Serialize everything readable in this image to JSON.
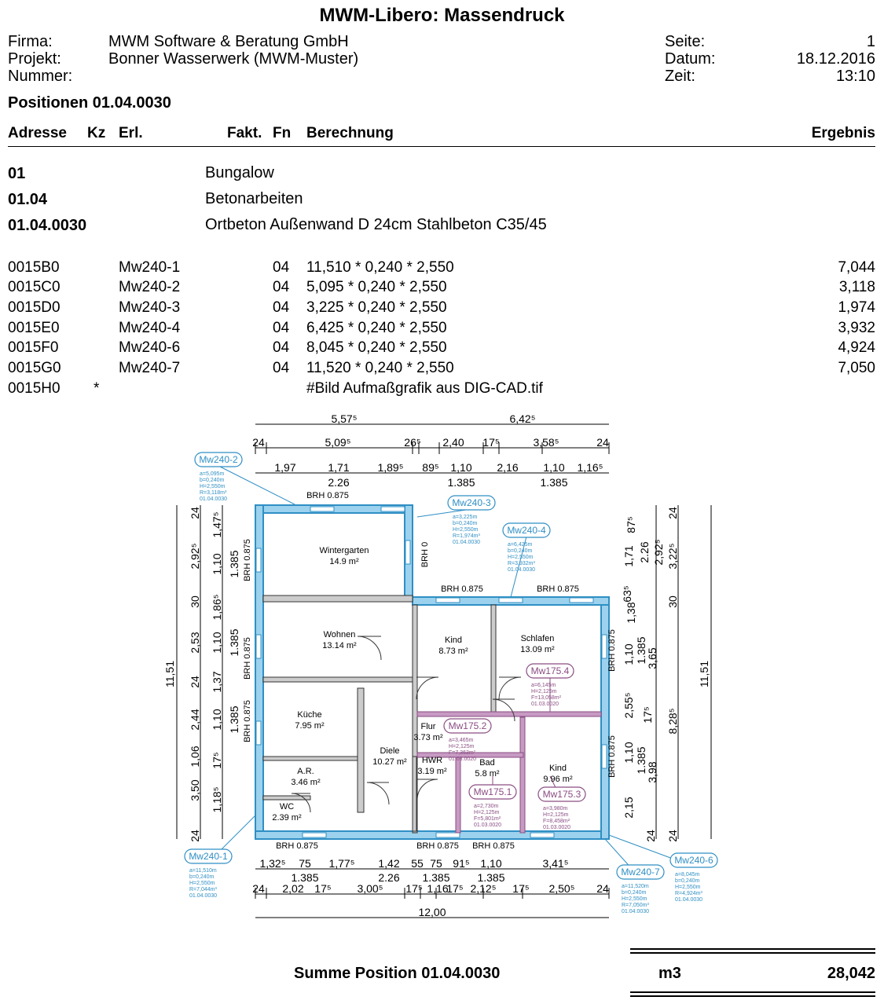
{
  "title": "MWM-Libero: Massendruck",
  "header": {
    "firma_label": "Firma:",
    "firma_value": "MWM Software & Beratung GmbH",
    "projekt_label": "Projekt:",
    "projekt_value": "Bonner Wasserwerk (MWM-Muster)",
    "nummer_label": "Nummer:",
    "seite_label": "Seite:",
    "seite_value": "1",
    "datum_label": "Datum:",
    "datum_value": "18.12.2016",
    "zeit_label": "Zeit:",
    "zeit_value": "13:10"
  },
  "section_title": "Positionen 01.04.0030",
  "columns": {
    "adresse": "Adresse",
    "kz": "Kz",
    "erl": "Erl.",
    "fakt": "Fakt.",
    "fn": "Fn",
    "berechnung": "Berechnung",
    "ergebnis": "Ergebnis"
  },
  "groups": [
    {
      "addr": "01",
      "text": "Bungalow"
    },
    {
      "addr": "01.04",
      "text": "Betonarbeiten"
    },
    {
      "addr": "01.04.0030",
      "text": "Ortbeton Außenwand D 24cm Stahlbeton C35/45"
    }
  ],
  "rows": [
    {
      "addr": "0015B0",
      "kz": "",
      "erl": "Mw240-1",
      "fn": "04",
      "calc": "11,510 * 0,240 * 2,550",
      "result": "7,044"
    },
    {
      "addr": "0015C0",
      "kz": "",
      "erl": "Mw240-2",
      "fn": "04",
      "calc": "5,095 * 0,240 * 2,550",
      "result": "3,118"
    },
    {
      "addr": "0015D0",
      "kz": "",
      "erl": "Mw240-3",
      "fn": "04",
      "calc": "3,225 * 0,240 * 2,550",
      "result": "1,974"
    },
    {
      "addr": "0015E0",
      "kz": "",
      "erl": "Mw240-4",
      "fn": "04",
      "calc": "6,425 * 0,240 * 2,550",
      "result": "3,932"
    },
    {
      "addr": "0015F0",
      "kz": "",
      "erl": "Mw240-6",
      "fn": "04",
      "calc": "8,045 * 0,240 * 2,550",
      "result": "4,924"
    },
    {
      "addr": "0015G0",
      "kz": "",
      "erl": "Mw240-7",
      "fn": "04",
      "calc": "11,520 * 0,240 * 2,550",
      "result": "7,050"
    },
    {
      "addr": "0015H0",
      "kz": "*",
      "erl": "",
      "fn": "",
      "calc": "#Bild Aufmaßgrafik aus DIG-CAD.tif",
      "result": ""
    }
  ],
  "drawing": {
    "rooms": [
      {
        "name": "Wintergarten",
        "area": "14.9 m²"
      },
      {
        "name": "Wohnen",
        "area": "13.14 m²"
      },
      {
        "name": "Küche",
        "area": "7.95 m²"
      },
      {
        "name": "A.R.",
        "area": "3.46 m²"
      },
      {
        "name": "WC",
        "area": "2.39 m²"
      },
      {
        "name": "Diele",
        "area": "10.27 m²"
      },
      {
        "name": "Kind",
        "area": "8.73 m²"
      },
      {
        "name": "Schlafen",
        "area": "13.09 m²"
      },
      {
        "name": "Flur",
        "area": "3.73 m²"
      },
      {
        "name": "HWR",
        "area": "3.19 m²"
      },
      {
        "name": "Bad",
        "area": "5.8 m²"
      },
      {
        "name": "Kind",
        "area": "9.96 m²"
      }
    ],
    "brh": {
      "b0875": "BRH 0.875",
      "b0": "BRH 0"
    },
    "tags": [
      {
        "label": "Mw240-2",
        "lines": [
          "a=5,095m",
          "b=0,240m",
          "H=2,550m",
          "R=3,118m³",
          "01.04.0030"
        ]
      },
      {
        "label": "Mw240-3",
        "lines": [
          "a=3,225m",
          "b=0,240m",
          "H=2,550m",
          "R=1,974m³",
          "01.04.0030"
        ]
      },
      {
        "label": "Mw240-4",
        "lines": [
          "a=6,425m",
          "b=0,240m",
          "H=2,550m",
          "R=3,932m³",
          "01.04.0030"
        ]
      },
      {
        "label": "Mw240-1",
        "lines": [
          "a=11,510m",
          "b=0,240m",
          "H=2,550m",
          "R=7,044m³",
          "01.04.0030"
        ]
      },
      {
        "label": "Mw240-7",
        "lines": [
          "a=11,520m",
          "b=0,240m",
          "H=2,550m",
          "R=7,050m³",
          "01.04.0030"
        ]
      },
      {
        "label": "Mw240-6",
        "lines": [
          "a=8,045m",
          "b=0,240m",
          "H=2,550m",
          "R=4,924m³",
          "01.04.0030"
        ]
      },
      {
        "label": "Mw175.4",
        "lines": [
          "a=6,145m",
          "H=2,125m",
          "F=13,058m²",
          "01.03.0020"
        ]
      },
      {
        "label": "Mw175.2",
        "lines": [
          "a=3,465m",
          "H=2,125m",
          "F=7,363m²",
          "01.03.0020"
        ]
      },
      {
        "label": "Mw175.1",
        "lines": [
          "a=2,730m",
          "H=2,125m",
          "F=5,801m²",
          "01.03.0020"
        ]
      },
      {
        "label": "Mw175.3",
        "lines": [
          "a=3,980m",
          "H=2,125m",
          "F=8,458m²",
          "01.03.0020"
        ]
      }
    ],
    "dims": {
      "top1": [
        "5,57⁵",
        "6,42⁵"
      ],
      "top2": [
        "24",
        "5,09⁵",
        "26⁵",
        "2,40",
        "17⁵",
        "3,58⁵",
        "24"
      ],
      "top3": [
        "1,97",
        "1,71",
        "1,89⁵",
        "89⁵",
        "1,10",
        "2,16",
        "1,10",
        "1,16⁵"
      ],
      "top4": [
        "2.26",
        "1.385",
        "1.385"
      ],
      "bottom1": [
        "1,32⁵",
        "75",
        "1,77⁵",
        "1,42",
        "55",
        "75",
        "91⁵",
        "1,10",
        "3,41⁵"
      ],
      "bottom2": [
        "1.385",
        "2.26",
        "1.385",
        "1.385"
      ],
      "bottom3": [
        "24",
        "2,02",
        "17⁵",
        "3,00⁵",
        "17⁵",
        "1,16",
        "17⁵",
        "2,12⁵",
        "17⁵",
        "2,50⁵",
        "24"
      ],
      "bottom4": [
        "12,00"
      ],
      "left_total": "11,51",
      "left1": [
        "24",
        "2,92⁵",
        "30",
        "2,53",
        "24",
        "2,44",
        "1,06",
        "3,50",
        "24"
      ],
      "left2": [
        "1,47⁵",
        "1,10",
        "1,86⁵",
        "1,10",
        "1,37",
        "1,10",
        "17⁵",
        "1,18⁵"
      ],
      "left3": [
        "1.385",
        "1.385",
        "1.385"
      ],
      "right_total": "11,51",
      "right1": [
        "24",
        "3,22⁵",
        "30",
        "8,28⁵",
        "24"
      ],
      "right2": [
        "87⁵",
        "2.26",
        "2,92⁵",
        "1,38",
        "3,65",
        "17⁵",
        "3,98",
        "24"
      ],
      "right3": [
        "1,71",
        "63⁵",
        "1,10",
        "1.385",
        "2,55⁵",
        "1,10",
        "1.385",
        "2,15"
      ]
    }
  },
  "summary": {
    "label": "Summe Position  01.04.0030",
    "unit": "m3",
    "value": "28,042"
  }
}
